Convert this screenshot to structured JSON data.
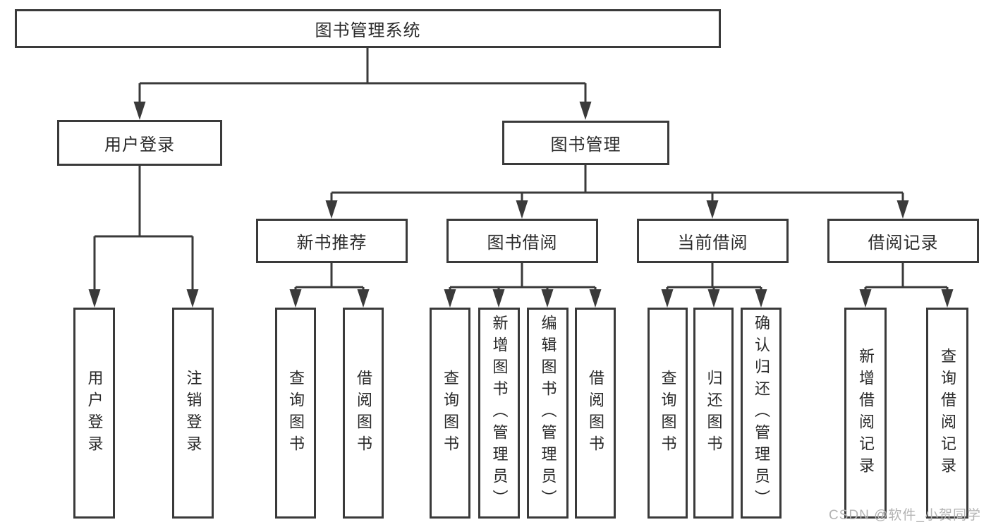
{
  "diagram": {
    "title": "图书管理系统",
    "root": {
      "label": "图书管理系统"
    },
    "branches": [
      {
        "label": "用户登录",
        "children": [
          {
            "label": "用户登录"
          },
          {
            "label": "注销登录"
          }
        ]
      },
      {
        "label": "图书管理",
        "children": [
          {
            "label": "新书推荐",
            "children": [
              {
                "label": "查询图书"
              },
              {
                "label": "借阅图书"
              }
            ]
          },
          {
            "label": "图书借阅",
            "children": [
              {
                "label": "查询图书"
              },
              {
                "label": "新增图书（管理员）"
              },
              {
                "label": "编辑图书（管理员）"
              },
              {
                "label": "借阅图书"
              }
            ]
          },
          {
            "label": "当前借阅",
            "children": [
              {
                "label": "查询图书"
              },
              {
                "label": "归还图书"
              },
              {
                "label": "确认归还（管理员）"
              }
            ]
          },
          {
            "label": "借阅记录",
            "children": [
              {
                "label": "新增借阅记录"
              },
              {
                "label": "查询借阅记录"
              }
            ]
          }
        ]
      }
    ]
  },
  "watermark": {
    "text": "CSDN @软件_小贺同学"
  },
  "colors": {
    "line": "#3a3a3a",
    "text": "#2a2a2a",
    "watermark": "#b3b3b3",
    "background": "#ffffff"
  }
}
